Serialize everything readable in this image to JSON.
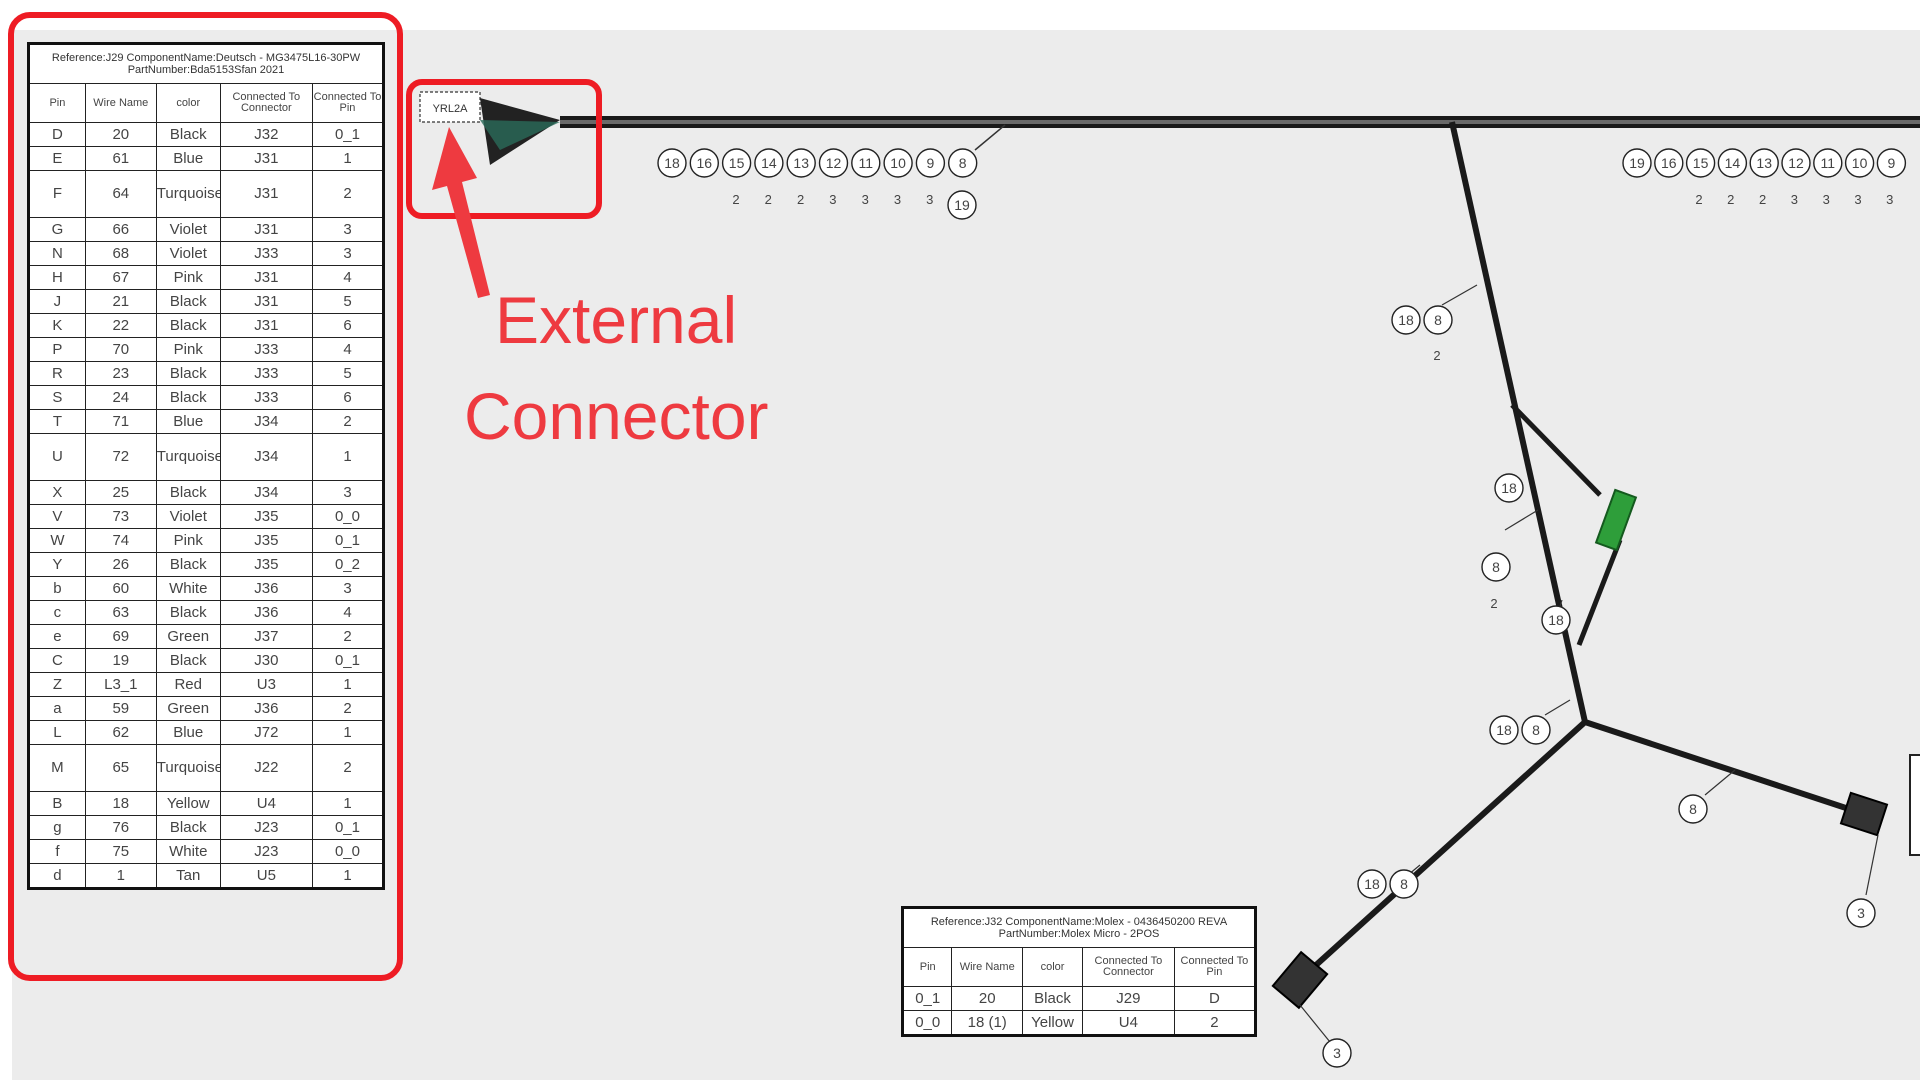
{
  "callout": {
    "line1": "External",
    "line2": "Connector"
  },
  "main_table": {
    "reference": "Reference:J29  ComponentName:Deutsch - MG3475L16-30PW  PartNumber:Bda5153Sfan 2021",
    "headers": [
      "Pin",
      "Wire Name",
      "color",
      "Connected To Connector",
      "Connected To Pin"
    ],
    "rows": [
      [
        "D",
        "20",
        "Black",
        "J32",
        "0_1"
      ],
      [
        "E",
        "61",
        "Blue",
        "J31",
        "1"
      ],
      [
        "F",
        "64",
        "Turquoise",
        "J31",
        "2"
      ],
      [
        "G",
        "66",
        "Violet",
        "J31",
        "3"
      ],
      [
        "N",
        "68",
        "Violet",
        "J33",
        "3"
      ],
      [
        "H",
        "67",
        "Pink",
        "J31",
        "4"
      ],
      [
        "J",
        "21",
        "Black",
        "J31",
        "5"
      ],
      [
        "K",
        "22",
        "Black",
        "J31",
        "6"
      ],
      [
        "P",
        "70",
        "Pink",
        "J33",
        "4"
      ],
      [
        "R",
        "23",
        "Black",
        "J33",
        "5"
      ],
      [
        "S",
        "24",
        "Black",
        "J33",
        "6"
      ],
      [
        "T",
        "71",
        "Blue",
        "J34",
        "2"
      ],
      [
        "U",
        "72",
        "Turquoise",
        "J34",
        "1"
      ],
      [
        "X",
        "25",
        "Black",
        "J34",
        "3"
      ],
      [
        "V",
        "73",
        "Violet",
        "J35",
        "0_0"
      ],
      [
        "W",
        "74",
        "Pink",
        "J35",
        "0_1"
      ],
      [
        "Y",
        "26",
        "Black",
        "J35",
        "0_2"
      ],
      [
        "b",
        "60",
        "White",
        "J36",
        "3"
      ],
      [
        "c",
        "63",
        "Black",
        "J36",
        "4"
      ],
      [
        "e",
        "69",
        "Green",
        "J37",
        "2"
      ],
      [
        "C",
        "19",
        "Black",
        "J30",
        "0_1"
      ],
      [
        "Z",
        "L3_1",
        "Red",
        "U3",
        "1"
      ],
      [
        "a",
        "59",
        "Green",
        "J36",
        "2"
      ],
      [
        "L",
        "62",
        "Blue",
        "J72",
        "1"
      ],
      [
        "M",
        "65",
        "Turquoise",
        "J22",
        "2"
      ],
      [
        "B",
        "18",
        "Yellow",
        "U4",
        "1"
      ],
      [
        "g",
        "76",
        "Black",
        "J23",
        "0_1"
      ],
      [
        "f",
        "75",
        "White",
        "J23",
        "0_0"
      ],
      [
        "d",
        "1",
        "Tan",
        "U5",
        "1"
      ]
    ]
  },
  "small_table": {
    "reference": "Reference:J32  ComponentName:Molex - 0436450200 REVA  PartNumber:Molex Micro - 2POS",
    "headers": [
      "Pin",
      "Wire Name",
      "color",
      "Connected To Connector",
      "Connected To Pin"
    ],
    "rows": [
      [
        "0_1",
        "20",
        "Black",
        "J29",
        "D"
      ],
      [
        "0_0",
        "18 (1)",
        "Yellow",
        "U4",
        "2"
      ]
    ]
  },
  "connector_tag": "YRL2A",
  "balloons": {
    "top_left_group": [
      "18",
      "16",
      "15",
      "14",
      "13",
      "12",
      "11",
      "10",
      "9",
      "8"
    ],
    "top_left_group_qty": [
      "2",
      "2",
      "2",
      "3",
      "3",
      "3",
      "3"
    ],
    "top_left_group_extra": "19",
    "top_right_group": [
      "19",
      "16",
      "15",
      "14",
      "13",
      "12",
      "11",
      "10",
      "9"
    ],
    "top_right_group_qty": [
      "2",
      "2",
      "2",
      "3",
      "3",
      "3",
      "3"
    ],
    "branch_a": [
      "18",
      "8"
    ],
    "branch_a_qty": "2",
    "branch_b_1": "18",
    "branch_b_2": "8",
    "branch_b_2_qty": "2",
    "branch_b_3": "18",
    "junction": [
      "18",
      "8"
    ],
    "right_branch": "8",
    "right_end": "3",
    "lower_branch": [
      "18",
      "8"
    ],
    "lower_end": "3"
  },
  "colors": {
    "highlight": "#ee1c24",
    "callout_text": "#ee3a40",
    "wire": "#1a1a1a",
    "green_connector": "#2e9e3a"
  }
}
